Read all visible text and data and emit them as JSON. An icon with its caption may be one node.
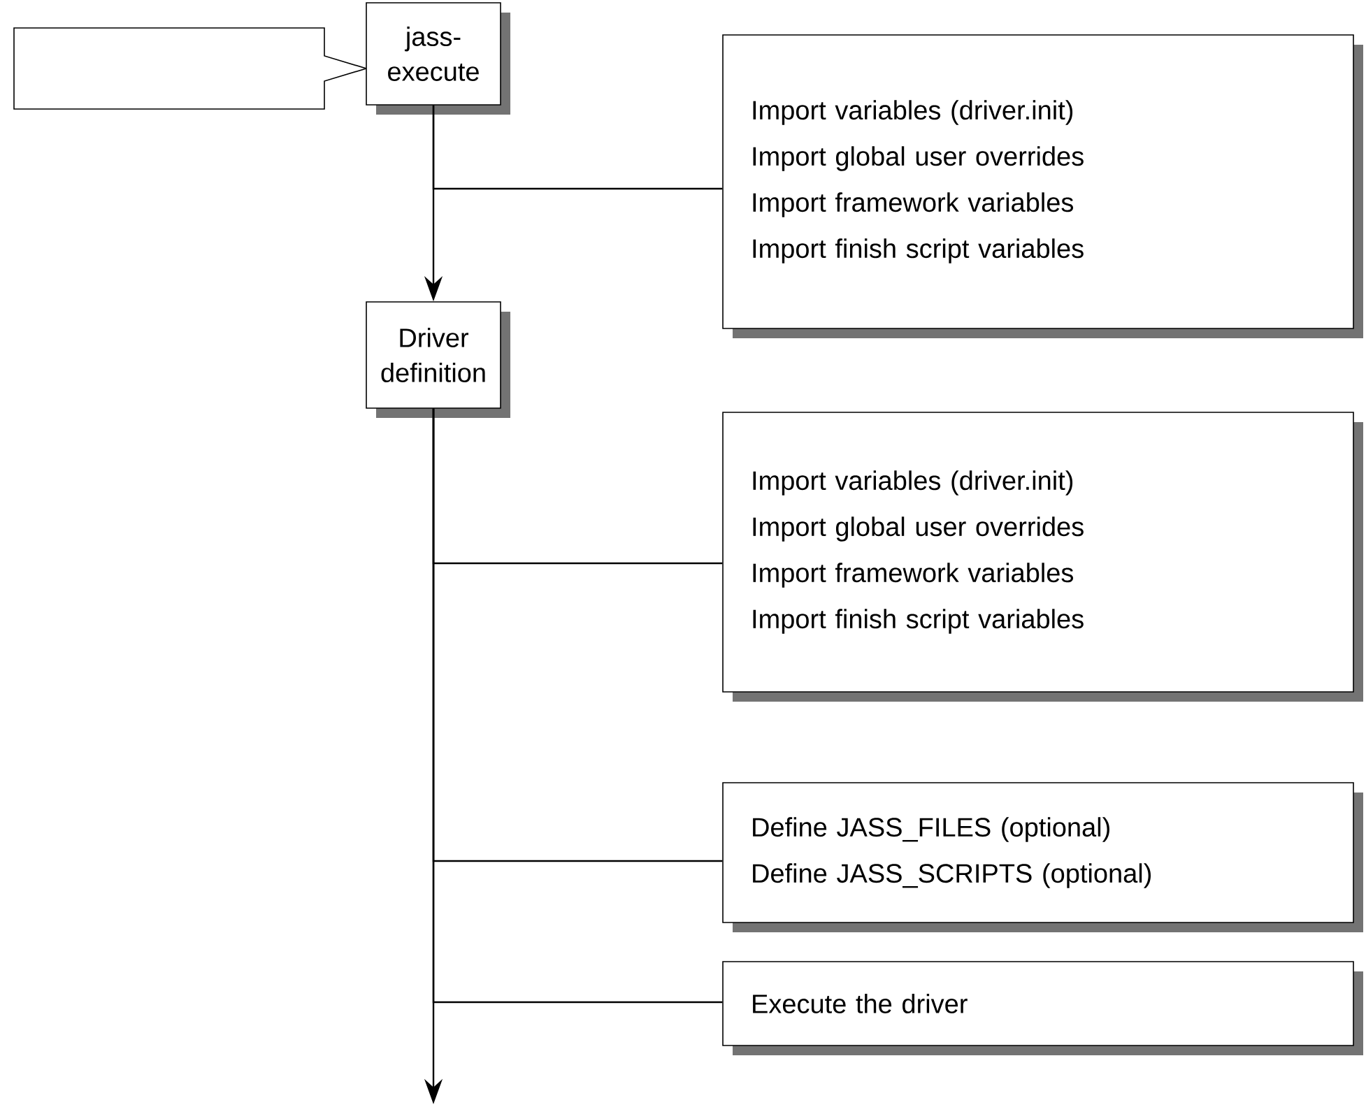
{
  "diagram": {
    "nodes": [
      {
        "text": [],
        "shape": "callout"
      },
      {
        "text": [
          "jass-execute"
        ]
      },
      {
        "text": [
          "Driver definition"
        ]
      },
      {
        "text": [
          "Import variables (driver.init)",
          "Import global user overrides",
          "Import framework variables",
          "Import finish script variables"
        ]
      },
      {
        "text": [
          "Import variables (driver.init)",
          "Import global user overrides",
          "Import framework variables",
          "Import finish script variables"
        ]
      },
      {
        "text": [
          "Define JASS_FILES (optional)",
          "Define JASS_SCRIPTS (optional)"
        ]
      },
      {
        "text": [
          "Execute the driver"
        ]
      }
    ],
    "edges": [
      {
        "from": 1,
        "to": 2,
        "arrow": "to"
      },
      {
        "from": 1,
        "to": 3,
        "arrow": "none"
      },
      {
        "from": 2,
        "to": 4,
        "arrow": "none"
      },
      {
        "from": 2,
        "to": 5,
        "arrow": "none"
      },
      {
        "from": 2,
        "to": 6,
        "arrow": "none"
      },
      {
        "from": 2,
        "to": null,
        "arrow": "to"
      }
    ]
  }
}
